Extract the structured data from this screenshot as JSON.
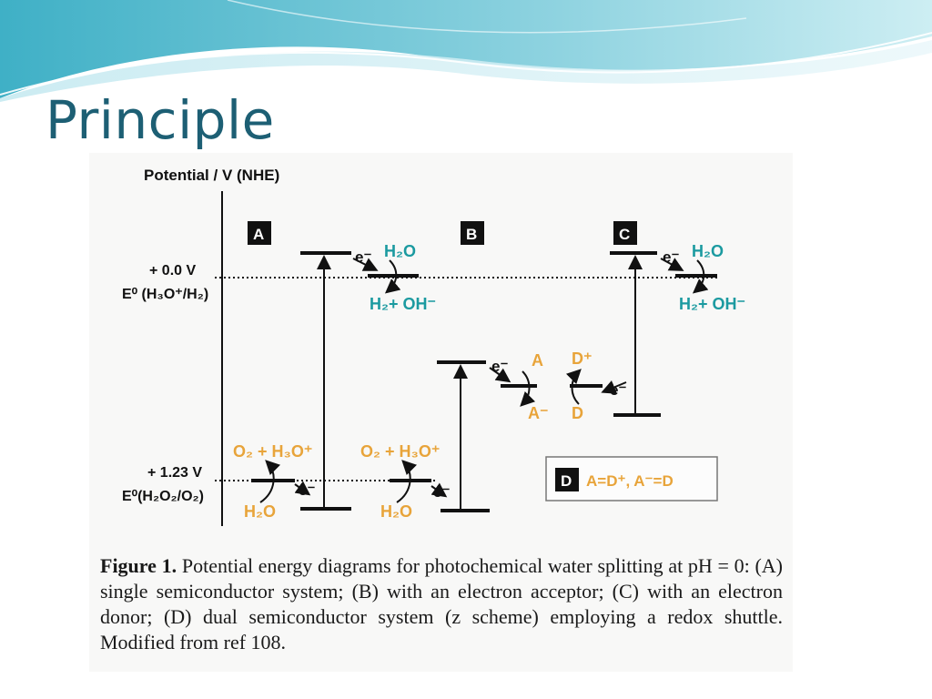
{
  "slide": {
    "title": "Principle"
  },
  "diagram": {
    "axis_title": "Potential / V (NHE)",
    "level_h2": {
      "value": "+ 0.0 V",
      "couple": "E⁰ (H₃O⁺/H₂)"
    },
    "level_o2": {
      "value": "+ 1.23 V",
      "couple": "E⁰(H₂O₂/O₂)"
    },
    "panels": {
      "a": {
        "tag": "A",
        "reduction_in": "H₂O",
        "reduction_out": "H₂+ OH⁻",
        "oxidation_out": "O₂ + H₃O⁺",
        "oxidation_in": "H₂O",
        "electron": "e⁻"
      },
      "b": {
        "tag": "B",
        "oxidation_out": "O₂ + H₃O⁺",
        "oxidation_in": "H₂O",
        "acceptor_in": "A",
        "acceptor_out": "A⁻",
        "electron": "e⁻"
      },
      "c": {
        "tag": "C",
        "reduction_in": "H₂O",
        "reduction_out": "H₂+ OH⁻",
        "donor_in": "D⁺",
        "donor_out": "D",
        "electron": "e⁻"
      },
      "d": {
        "tag": "D",
        "relation": "A=D⁺, A⁻=D"
      }
    },
    "colors": {
      "reduction": "#1b9aa0",
      "oxidation": "#e8a43a",
      "ink": "#111111"
    }
  },
  "caption": {
    "label": "Figure 1.",
    "text": " Potential energy diagrams for photochemical water splitting at pH = 0: (A) single semiconductor system; (B) with an electron acceptor; (C) with an electron donor; (D) dual semiconductor system (z scheme) employing a redox shuttle. Modified from ref 108."
  }
}
